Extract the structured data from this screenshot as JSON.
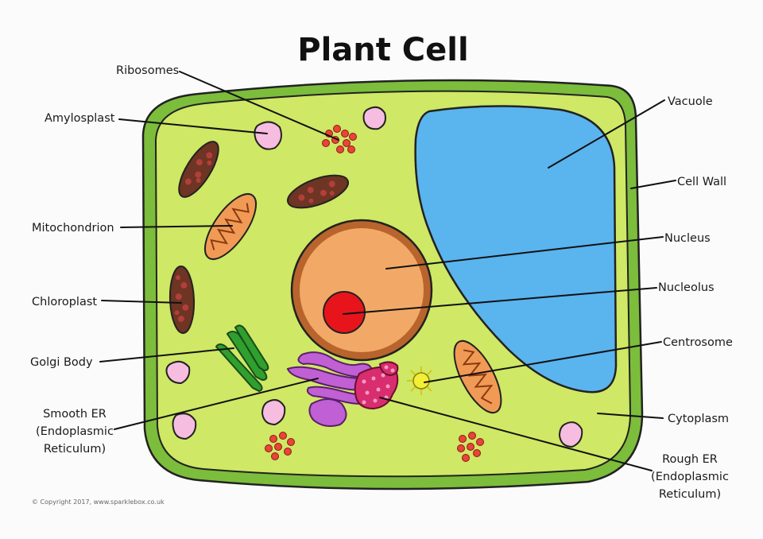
{
  "title": "Plant Cell",
  "labels": {
    "ribosomes": "Ribosomes",
    "amylosplast": "Amylosplast",
    "mitochondrion": "Mitochondrion",
    "chloroplast": "Chloroplast",
    "golgi_body": "Golgi Body",
    "smooth_er": [
      "Smooth ER",
      "(Endoplasmic",
      "Reticulum)"
    ],
    "vacuole": "Vacuole",
    "cell_wall": "Cell Wall",
    "nucleus": "Nucleus",
    "nucleolus": "Nucleolus",
    "centrosome": "Centrosome",
    "cytoplasm": "Cytoplasm",
    "rough_er": [
      "Rough ER",
      "(Endoplasmic",
      "Reticulum)"
    ]
  },
  "copyright": "© Copyright 2017, www.sparklebox.co.uk",
  "colors": {
    "cell_wall": "#7cbd3c",
    "cytoplasm": "#cfe865",
    "vacuole": "#5ab4ee",
    "nucleus": "#f2a968",
    "nucleolus": "#e8141c",
    "mitochondrion": "#f19a55",
    "chloroplast": "#6e3424",
    "golgi": "#2f9f2e",
    "amyloplast": "#f6bde0",
    "ribosome": "#e8443a",
    "smooth_er": "#c060d4",
    "rough_er": "#d82d6e",
    "centrosome": "#f3ee36"
  }
}
